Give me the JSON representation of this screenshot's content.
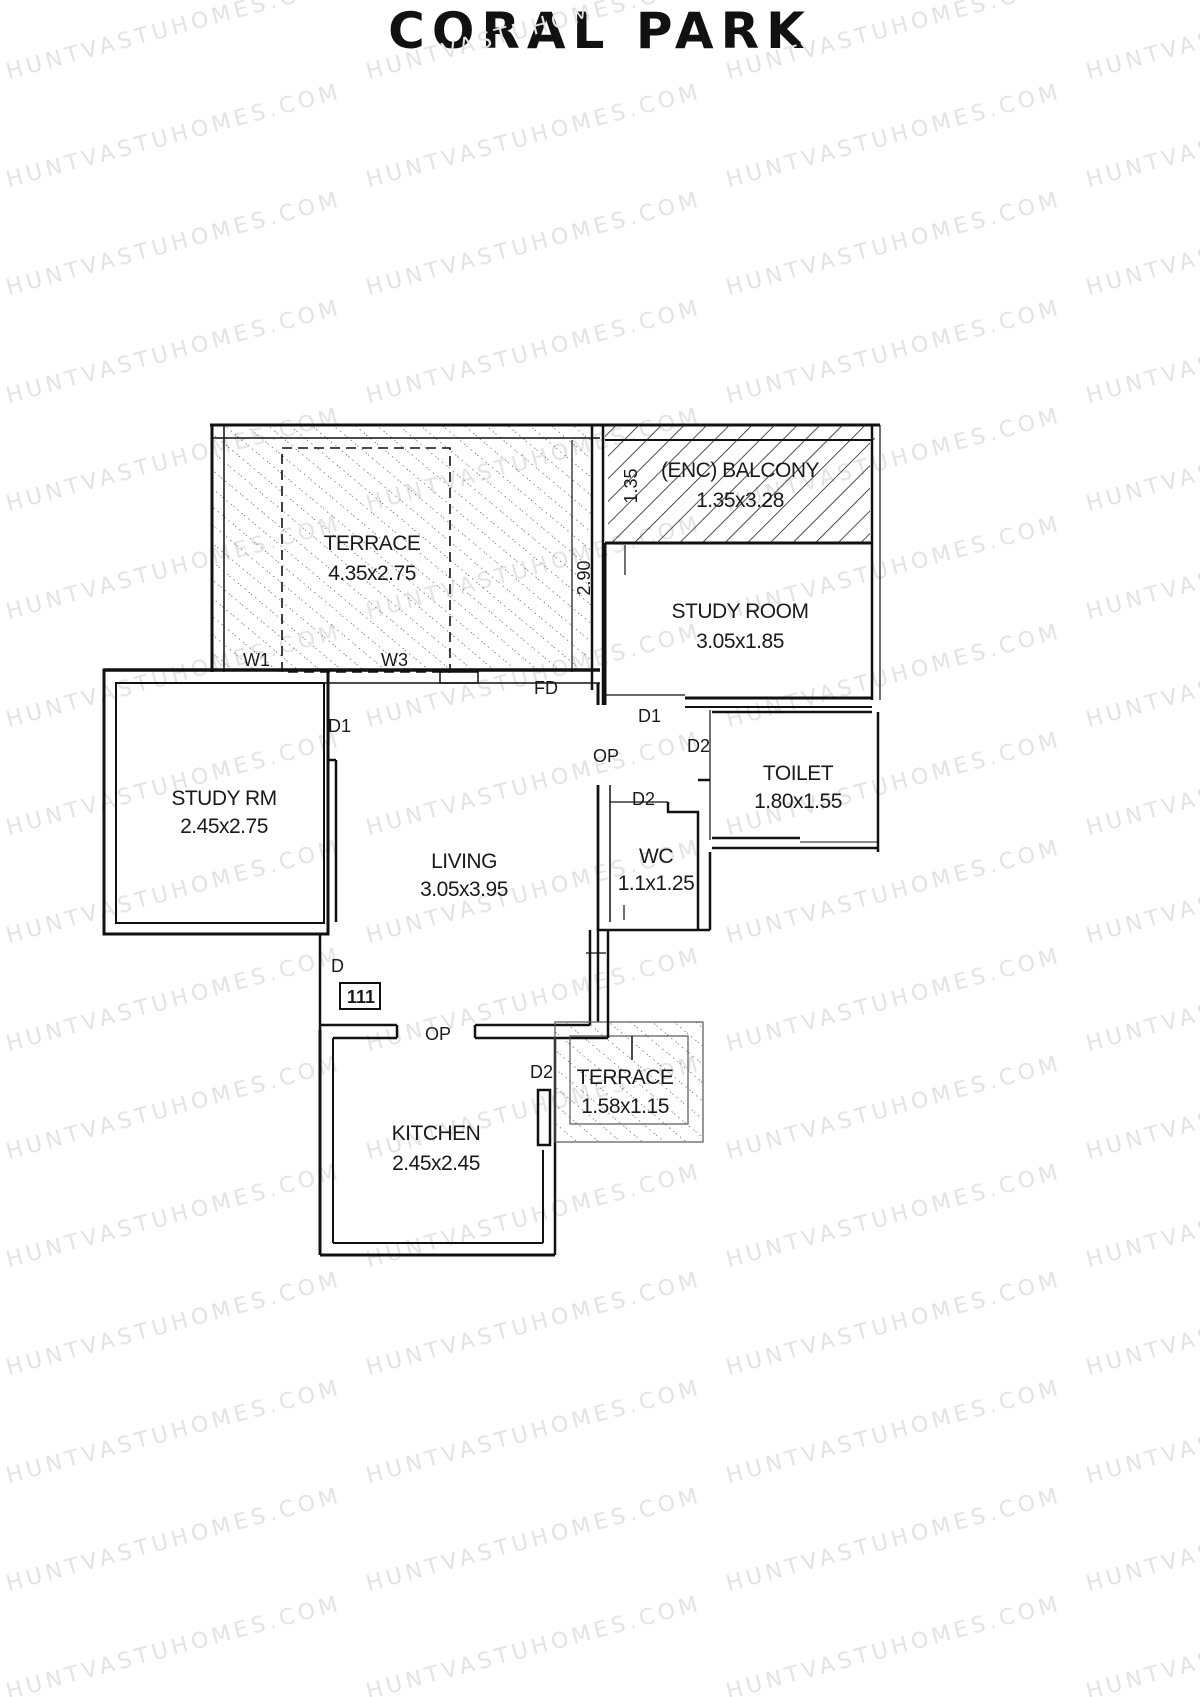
{
  "title": "CORAL PARK",
  "watermark": "HUNTVASTUHOMES.COM",
  "colors": {
    "wall": "#111111",
    "background": "#ffffff",
    "watermark": "#e3e3e3"
  },
  "rooms": [
    {
      "name": "TERRACE",
      "size": "4.35x2.75"
    },
    {
      "name": "(ENC) BALCONY",
      "size": "1.35x3.28"
    },
    {
      "name": "STUDY ROOM",
      "size": "3.05x1.85"
    },
    {
      "name": "TOILET",
      "size": "1.80x1.55"
    },
    {
      "name": "STUDY RM",
      "size": "2.45x2.75"
    },
    {
      "name": "LIVING",
      "size": "3.05x3.95"
    },
    {
      "name": "WC",
      "size": "1.1x1.25"
    },
    {
      "name": "KITCHEN",
      "size": "2.45x2.45"
    },
    {
      "name": "TERRACE",
      "size": "1.58x1.15"
    }
  ],
  "dimensions": {
    "terrace_depth": "2.90",
    "balcony_depth": "1.35"
  },
  "openings": {
    "w1": "W1",
    "w3": "W3",
    "fd": "FD",
    "d1_study_room": "D1",
    "d1_study_rm": "D1",
    "d2_toilet": "D2",
    "d2_wc": "D2",
    "d2_kitchen": "D2",
    "op_upper": "OP",
    "op_lower": "OP",
    "d_main": "D"
  },
  "unit_number": "111"
}
